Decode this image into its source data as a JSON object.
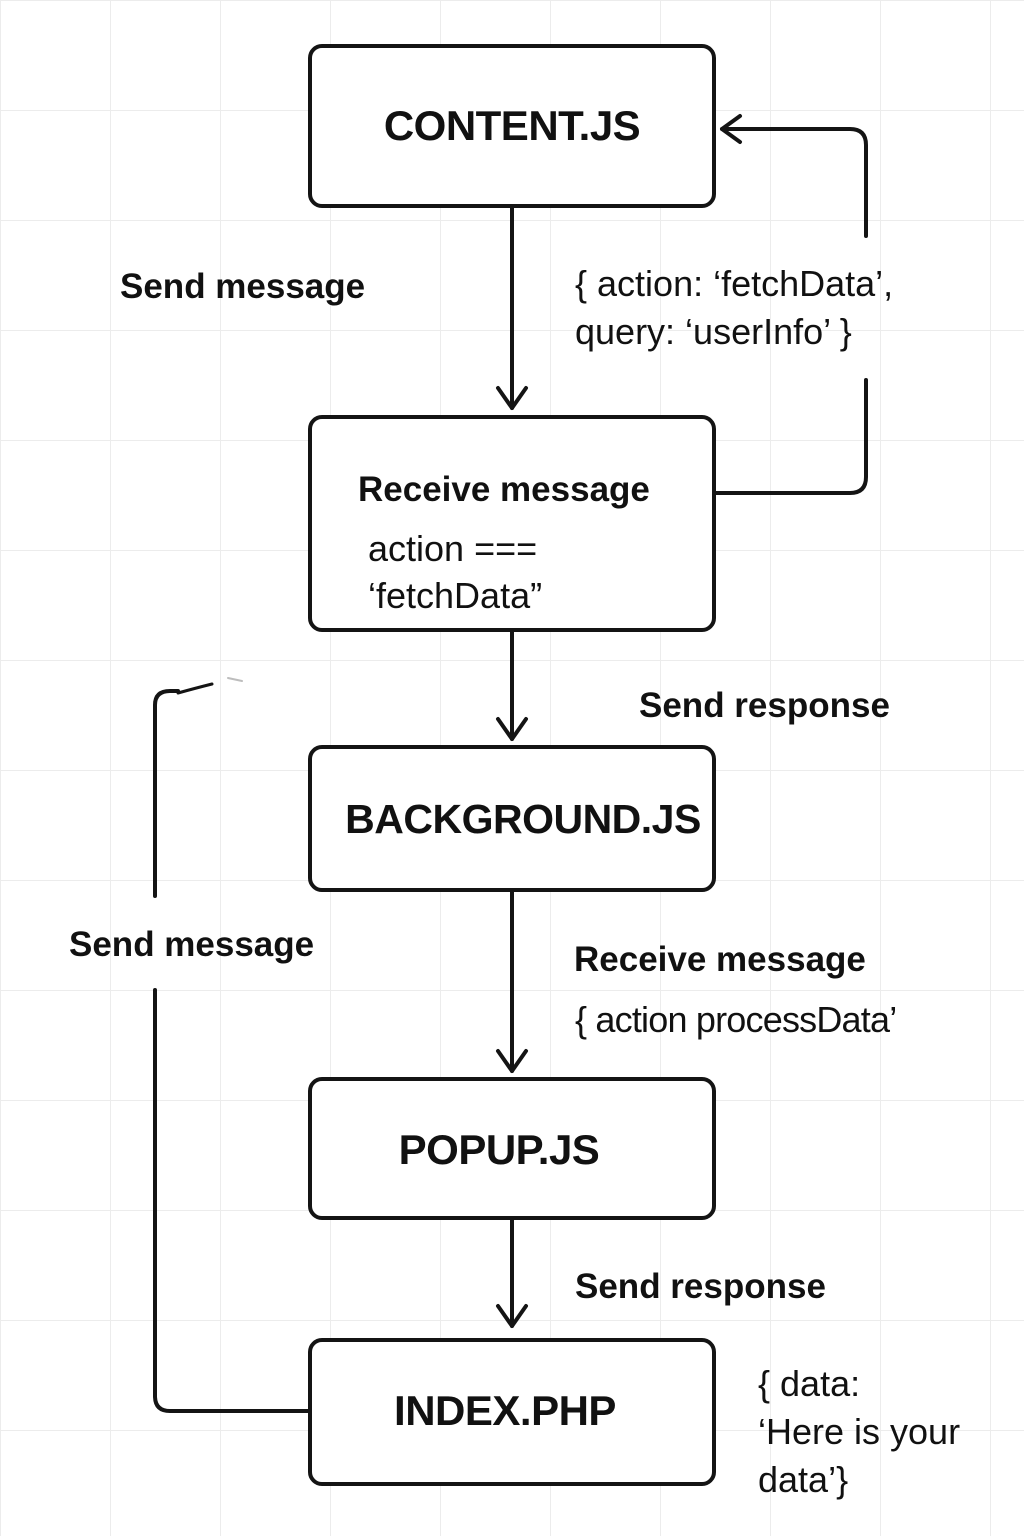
{
  "nodes": {
    "content_js": {
      "title": "CONTENT.JS"
    },
    "receive_box": {
      "title": "Receive message",
      "line1": "action ===",
      "line2": "‘fetchData”"
    },
    "background_js": {
      "title": "BACKGROUND.JS"
    },
    "popup_js": {
      "title": "POPUP.JS"
    },
    "index_php": {
      "title": "INDEX.PHP"
    }
  },
  "labels": {
    "send_message_1": "Send message",
    "payload_fetch": {
      "line1": "{ action: ‘fetchData’,",
      "line2": "query: ‘userInfo’ }"
    },
    "send_response_1": "Send response",
    "send_message_2": "Send message",
    "receive_message_2": "Receive message",
    "payload_process": "{ action processData’",
    "send_response_2": "Send response",
    "payload_data": {
      "line1": "{ data:",
      "line2": "‘Here is your",
      "line3": "data’}"
    }
  },
  "colors": {
    "stroke": "#141414",
    "grid": "#ececec",
    "background": "#ffffff"
  }
}
